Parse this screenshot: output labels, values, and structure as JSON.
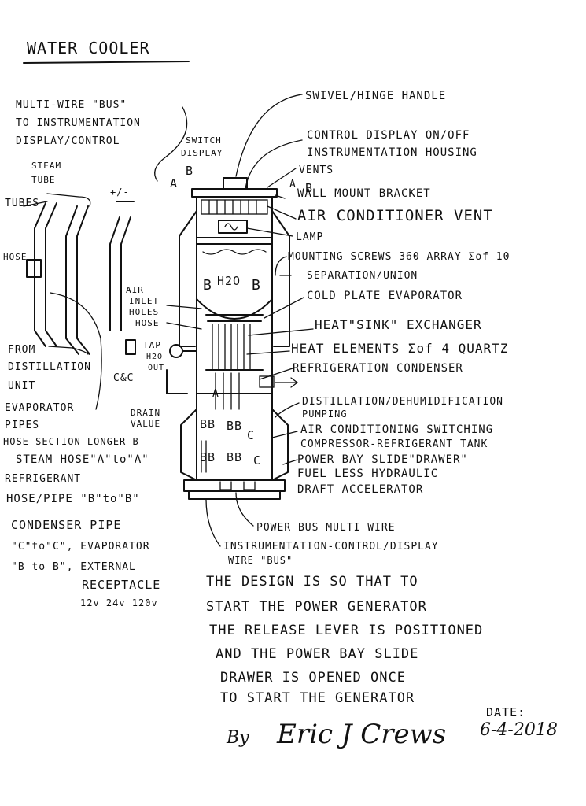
{
  "title": "WATER COOLER",
  "labels": {
    "swivel_handle": "SWIVEL/HINGE HANDLE",
    "multi_wire_bus_1": "MULTI-WIRE \"BUS\"",
    "multi_wire_bus_2": "TO INSTRUMENTATION",
    "multi_wire_bus_3": "DISPLAY/CONTROL",
    "control_display_1": "CONTROL DISPLAY ON/OFF",
    "control_display_2": "INSTRUMENTATION HOUSING",
    "switch_display_1": "SWITCH",
    "switch_display_2": "DISPLAY",
    "vents": "VENTS",
    "steam_tube_1": "STEAM",
    "steam_tube_2": "TUBE",
    "tubes": "TUBES",
    "wall_mount": "WALL MOUNT BRACKET",
    "air_conditioner_vent": "AIR CONDITIONER VENT",
    "lamp": "LAMP",
    "mounting_screws": "MOUNTING SCREWS 360 ARRAY Σof 10",
    "separation_union": "SEPARATION/UNION",
    "hose": "HOSE",
    "air_inlet_1": "AIR",
    "air_inlet_2": "INLET",
    "air_inlet_3": "HOLES",
    "hose2": "HOSE",
    "cold_plate": "COLD PLATE EVAPORATOR",
    "heat_sink": "HEAT\"SINK\" EXCHANGER",
    "from_1": "FROM",
    "from_2": "DISTILLATION",
    "from_3": "UNIT",
    "tap_1": "TAP",
    "tap_2": "H2O",
    "tap_3": "OUT",
    "heat_elements": "HEAT ELEMENTS Σof 4 QUARTZ",
    "refrigeration_condenser": "REFRIGERATION CONDENSER",
    "cc": "C&C",
    "evaporator_1": "EVAPORATOR",
    "evaporator_2": "PIPES",
    "drain_1": "DRAIN",
    "drain_2": "VALUE",
    "distillation": "DISTILLATION/DEHUMIDIFICATION",
    "pumping": "PUMPING",
    "hose_section": "HOSE SECTION LONGER B",
    "air_switching": "AIR CONDITIONING SWITCHING",
    "compressor": "COMPRESSOR-REFRIGERANT TANK",
    "steam_hose": "STEAM HOSE\"A\"to\"A\"",
    "power_bay": "POWER BAY SLIDE\"DRAWER\"",
    "refrigerant_1": "REFRIGERANT",
    "refrigerant_2": "HOSE/PIPE \"B\"to\"B\"",
    "fuelless": "FUEL LESS HYDRAULIC",
    "draft": "DRAFT ACCELERATOR",
    "condenser_pipe_1": "CONDENSER PIPE",
    "condenser_pipe_2": "\"C\"to\"C\", EVAPORATOR",
    "condenser_pipe_3": "\"B to B\", EXTERNAL",
    "receptacle": "RECEPTACLE",
    "voltages": "12v 24v 120v",
    "power_bus": "POWER BUS MULTI WIRE",
    "instrumentation_bus_1": "INSTRUMENTATION-CONTROL/DISPLAY",
    "instrumentation_bus_2": "WIRE \"BUS\""
  },
  "diagram_marks": {
    "a_left": "A",
    "b_left": "B",
    "b_right": "B",
    "a_right": "A",
    "h2o": "H2O",
    "b_inner_left": "B",
    "b_inner_right": "B",
    "plus_minus": "+/-",
    "bb_1": "BB",
    "bb_2": "BB",
    "bb_3": "BB",
    "bb_4": "BB",
    "c_1": "C",
    "c_2": "C",
    "a_mid": "A"
  },
  "note": [
    "THE DESIGN IS SO THAT TO",
    "START THE POWER GENERATOR",
    "THE RELEASE LEVER IS POSITIONED",
    "AND THE POWER BAY SLIDE",
    "DRAWER IS OPENED ONCE",
    "TO START THE GENERATOR"
  ],
  "signature": {
    "by": "By",
    "name": "Eric J Crews"
  },
  "date": {
    "label": "DATE:",
    "value": "6-4-2018"
  }
}
